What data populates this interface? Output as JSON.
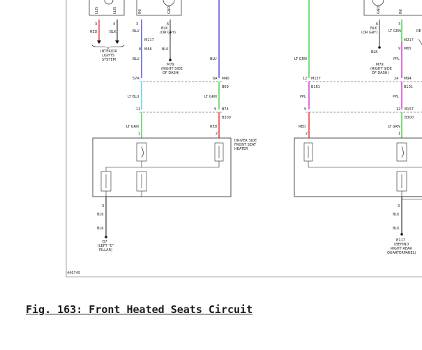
{
  "figure": {
    "caption": "Fig. 163: Front Heated Seats Circuit",
    "drawing_id": "440745"
  },
  "colors": {
    "red": "#e0201e",
    "blue": "#3a3ad0",
    "lt_blu": "#34cde8",
    "lt_grn": "#33cc33",
    "ppl": "#cc22cc",
    "blk": "#111111"
  },
  "left": {
    "top_pins": [
      "LLIS",
      "LLIS",
      "INI",
      "GND"
    ],
    "pins_row1": [
      "3",
      "4",
      "3",
      "6"
    ],
    "wire_top": [
      "RED",
      "BLK",
      "BLU"
    ],
    "bracket_label": [
      "INTERIOR",
      "LIGHTS",
      "SYSTEM"
    ],
    "conn_m217": "M217",
    "conn_m66": "M66",
    "pin_8": "8",
    "gnd_wire": [
      "BLK",
      "(OR GRY)"
    ],
    "gnd_blk": "BLK",
    "gnd_name": "M79",
    "gnd_loc": [
      "(RIGHT SIDE",
      "OF DASH)"
    ],
    "left_wire_blu": "BLU",
    "right_wire_blu": "BLU",
    "pin_57a": "57A",
    "pin_6a": "6A",
    "conn_m40": "M40",
    "conn_b69": "B69",
    "wire_lt_blu": "LT BLU",
    "wire_lt_grn_r": "LT GRN",
    "pin_12": "12",
    "pin_9": "9",
    "conn_b74": "B74",
    "conn_b300": "B300",
    "wire_lt_grn": "LT GRN",
    "wire_red": "RED",
    "pin_1": "1",
    "pin_2": "2",
    "heater_label": [
      "DRIVER SIDE",
      "FRONT SEAT",
      "HEATER"
    ],
    "pin_3": "3",
    "blk1": "BLK",
    "blk2": "BLK",
    "ground": "B7",
    "ground_loc": [
      "(LEFT \"C\"",
      "PILLAR)"
    ]
  },
  "right": {
    "top_pins": [
      "GND",
      "INI"
    ],
    "pins_row1": [
      "6",
      "3"
    ],
    "gnd_wire": [
      "BLK",
      "(OR GRY)"
    ],
    "lt_grn_top": "LT GRN",
    "red_top": "RE",
    "conn_m217": "M217",
    "conn_m65": "M65",
    "pin_9": "9",
    "gnd_blk": "BLK",
    "gnd_name": "M79",
    "gnd_loc": [
      "(RIGHT SIDE",
      "OF DASH)"
    ],
    "wire_lt_grn_left": "LT GRN",
    "wire_ppl": "PPL",
    "pin_12": "12",
    "conn_m157": "M157",
    "conn_b161": "B161",
    "pin_24": "24",
    "conn_m94": "M94",
    "conn_b101": "B101",
    "wire_ppl2": "PPL",
    "wire_ppl3": "PPL",
    "pin_9b": "9",
    "pin_12b": "12",
    "conn_b157": "B157",
    "conn_b300": "B300",
    "wire_red": "RED",
    "wire_lt_grn": "LT GRN",
    "pin_2": "2",
    "pin_1": "1",
    "pin_3": "3",
    "blk1": "BLK",
    "blk2": "BLK",
    "ground": "B117",
    "ground_loc": [
      "(BEHIND",
      "RIGHT REAR",
      "QUARTERPANEL)"
    ]
  }
}
